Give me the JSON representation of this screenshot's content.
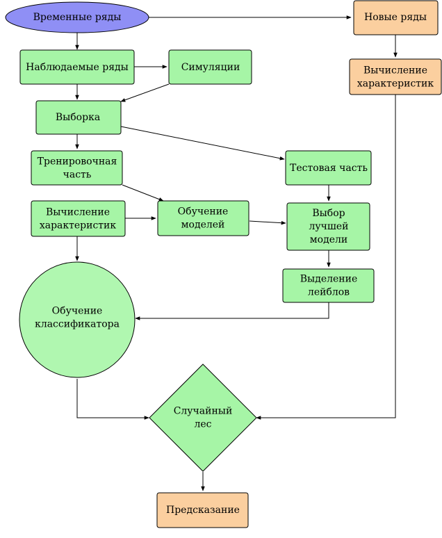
{
  "colors": {
    "process_fill": "#a6f5a6",
    "output_fill": "#fbcf9f",
    "start_fill": "#8f8ff5",
    "circle_fill": "#b0f7b0",
    "stroke": "#000000"
  },
  "nodes": {
    "time_series": {
      "label": [
        "Временные ряды"
      ]
    },
    "new_series": {
      "label": [
        "Новые ряды"
      ]
    },
    "observed": {
      "label": [
        "Наблюдаемые ряды"
      ]
    },
    "simulations": {
      "label": [
        "Симуляции"
      ]
    },
    "features_right": {
      "label": [
        "Вычисление",
        "характеристик"
      ]
    },
    "sample": {
      "label": [
        "Выборка"
      ]
    },
    "train_part": {
      "label": [
        "Тренировочная",
        "часть"
      ]
    },
    "test_part": {
      "label": [
        "Тестовая часть"
      ]
    },
    "features_left": {
      "label": [
        "Вычисление",
        "характеристик"
      ]
    },
    "model_training": {
      "label": [
        "Обучение",
        "моделей"
      ]
    },
    "best_model": {
      "label": [
        "Выбор",
        "лучшей",
        "модели"
      ]
    },
    "labeling": {
      "label": [
        "Выделение",
        "лейблов"
      ]
    },
    "classifier_training": {
      "label": [
        "Обучение",
        "классификатора"
      ]
    },
    "random_forest": {
      "label": [
        "Случайный",
        "лес"
      ]
    },
    "prediction": {
      "label": [
        "Предсказание"
      ]
    }
  }
}
